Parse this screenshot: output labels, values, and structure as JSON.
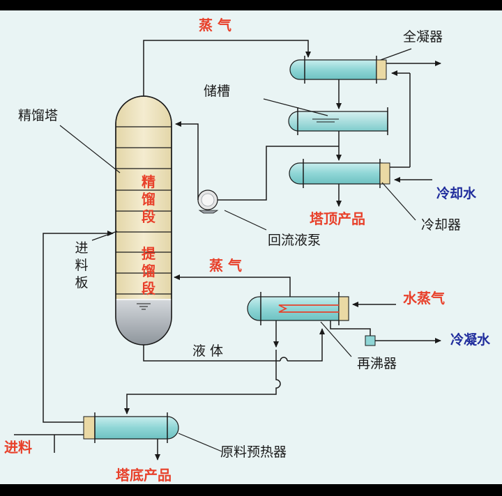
{
  "labels": {
    "steam_top": "蒸 气",
    "total_condenser": "全凝器",
    "storage_tank": "储槽",
    "rectifying_tower": "精馏塔",
    "rectifying_section": "精馏段",
    "stripping_section": "提馏段",
    "feed_plate": "进料板",
    "cooling_water": "冷却水",
    "top_product": "塔顶产品",
    "cooler": "冷却器",
    "reflux_pump": "回流液泵",
    "steam_mid": "蒸 气",
    "water_steam": "水蒸气",
    "condensed_water": "冷凝水",
    "liquid": "液 体",
    "reboiler": "再沸器",
    "feed": "进料",
    "feed_preheater": "原料预热器",
    "bottom_product": "塔底产品"
  },
  "colors": {
    "background": "#e9f4f4",
    "tower_shell": "#efe4c0",
    "tower_liquid": "#b8bec4",
    "exchanger": "#9fdcdc",
    "exchanger_cap": "#ead9a4",
    "label_red": "#e8402a",
    "label_blue": "#1f2c9c",
    "line": "#1a1a1a"
  },
  "icons": [
    "arrow-icon",
    "pump-icon",
    "trap-icon"
  ]
}
